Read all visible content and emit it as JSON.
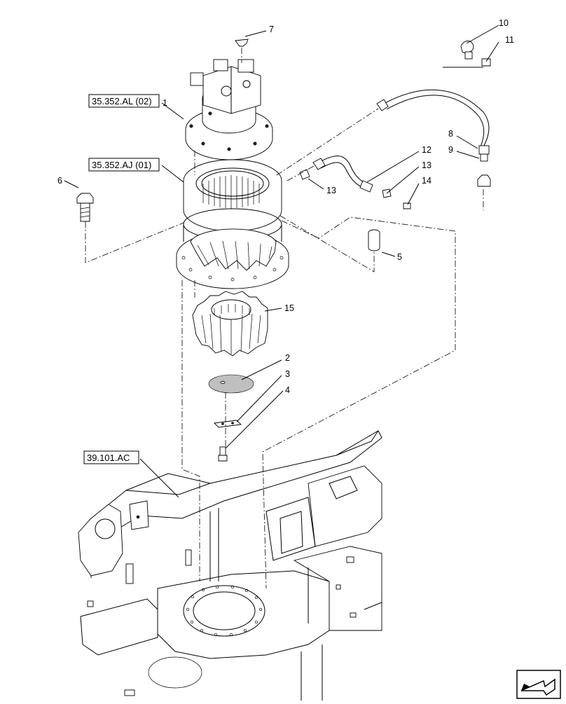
{
  "references": {
    "swing_motor": "35.352.AL (02)",
    "swing_reducer": "35.352.AJ (01)",
    "frame": "39.101.AC"
  },
  "callouts": {
    "c1": "1",
    "c2": "2",
    "c3": "3",
    "c4": "4",
    "c5": "5",
    "c6": "6",
    "c7": "7",
    "c8": "8",
    "c9": "9",
    "c10": "10",
    "c11": "11",
    "c12": "12",
    "c13a": "13",
    "c13b": "13",
    "c14": "14",
    "c15": "15"
  },
  "icons": {
    "nav": "next-page-arrow-icon"
  }
}
